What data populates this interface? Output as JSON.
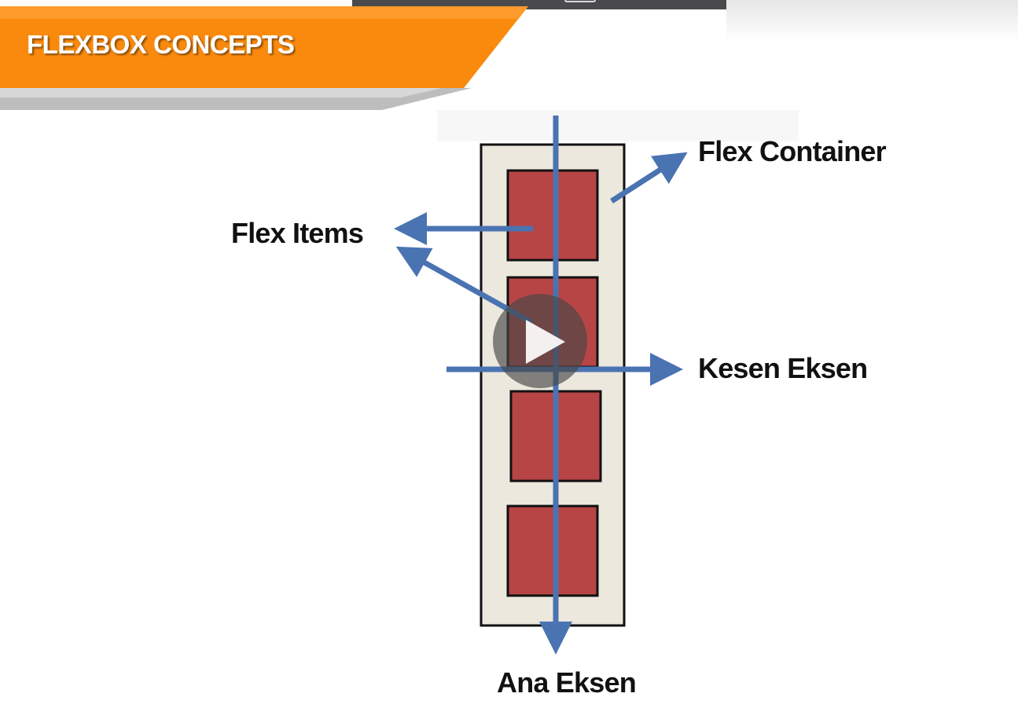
{
  "slide": {
    "title": "FLEXBOX CONCEPTS"
  },
  "diagram": {
    "labels": {
      "flex_container": "Flex Container",
      "flex_items": "Flex Items",
      "cross_axis": "Kesen Eksen",
      "main_axis": "Ana Eksen"
    },
    "item_count": 4
  },
  "player": {
    "play_icon": "play-icon"
  },
  "colors": {
    "banner_orange": "#f98a0d",
    "banner_gray": "#bdbdbd",
    "container_fill": "#ece8de",
    "item_fill": "#b84545",
    "arrow_blue": "#4a73b2",
    "text": "#111111"
  }
}
